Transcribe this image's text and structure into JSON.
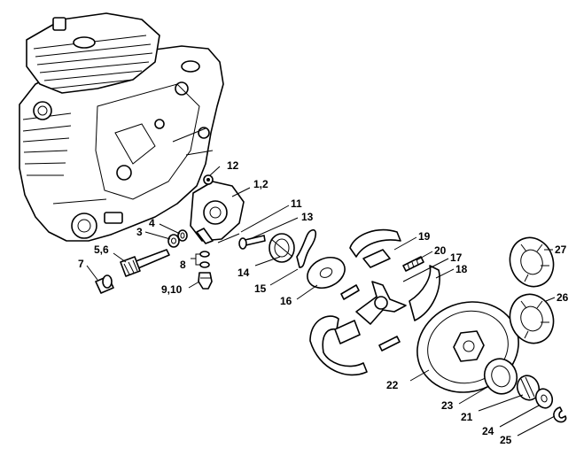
{
  "callouts": [
    {
      "id": "c1",
      "text": "1,2"
    },
    {
      "id": "c3",
      "text": "3"
    },
    {
      "id": "c4",
      "text": "4"
    },
    {
      "id": "c56",
      "text": "5,6"
    },
    {
      "id": "c7",
      "text": "7"
    },
    {
      "id": "c8",
      "text": "8"
    },
    {
      "id": "c910",
      "text": "9,10"
    },
    {
      "id": "c11",
      "text": "11"
    },
    {
      "id": "c12",
      "text": "12"
    },
    {
      "id": "c13",
      "text": "13"
    },
    {
      "id": "c14",
      "text": "14"
    },
    {
      "id": "c15",
      "text": "15"
    },
    {
      "id": "c16",
      "text": "16"
    },
    {
      "id": "c17",
      "text": "17"
    },
    {
      "id": "c18",
      "text": "18"
    },
    {
      "id": "c19",
      "text": "19"
    },
    {
      "id": "c20",
      "text": "20"
    },
    {
      "id": "c21",
      "text": "21"
    },
    {
      "id": "c22",
      "text": "22"
    },
    {
      "id": "c23",
      "text": "23"
    },
    {
      "id": "c24",
      "text": "24"
    },
    {
      "id": "c25",
      "text": "25"
    },
    {
      "id": "c26",
      "text": "26"
    },
    {
      "id": "c27",
      "text": "27"
    }
  ]
}
